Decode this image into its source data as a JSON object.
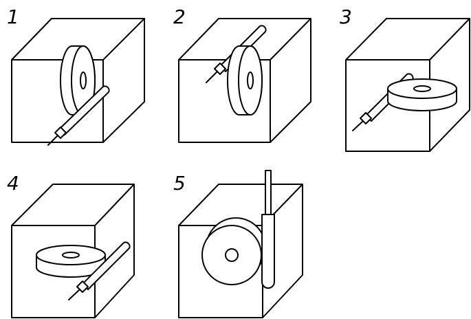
{
  "figures": [
    {
      "label": "1",
      "description_key": "vertical-wheel-rod-below"
    },
    {
      "label": "2",
      "description_key": "vertical-wheel-rod-above"
    },
    {
      "label": "3",
      "description_key": "horizontal-wheel-rod-left"
    },
    {
      "label": "4",
      "description_key": "horizontal-wheel-rod-right"
    },
    {
      "label": "5",
      "description_key": "vertical-wheel-vertical-rod"
    }
  ],
  "colors": {
    "stroke": "#000000",
    "background": "#ffffff"
  }
}
